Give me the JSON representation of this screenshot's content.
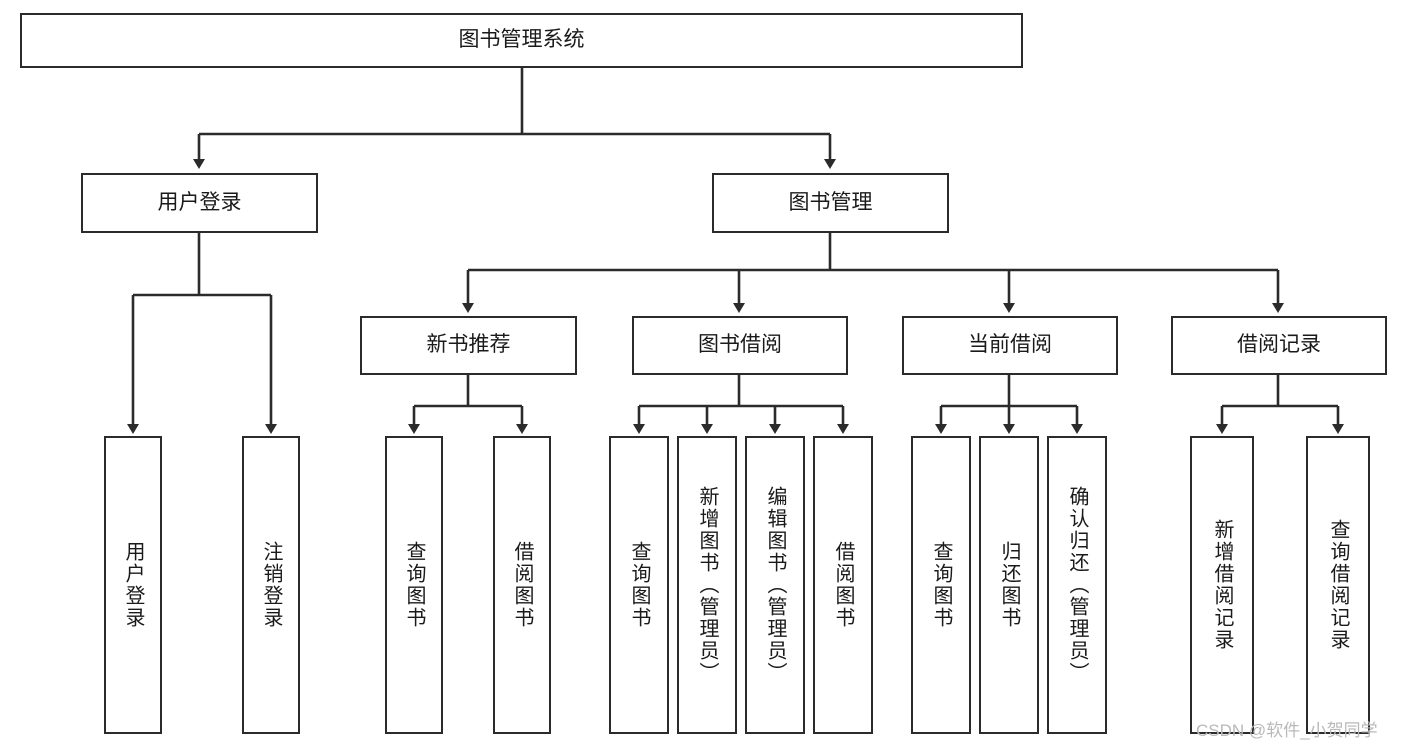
{
  "diagram": {
    "title": "图书管理系统",
    "type": "tree-hierarchy",
    "watermark": "CSDN @软件_小贺同学",
    "colors": {
      "stroke": "#2b2b2b",
      "box_fill": "#ffffff",
      "text": "#1a1a1a",
      "background": "#ffffff",
      "watermark": "#b9b9b9"
    }
  },
  "nodes": {
    "root": {
      "label": "图书管理系统"
    },
    "level1": [
      {
        "label": "用户登录"
      },
      {
        "label": "图书管理"
      }
    ],
    "level2": [
      {
        "label": "新书推荐"
      },
      {
        "label": "图书借阅"
      },
      {
        "label": "当前借阅"
      },
      {
        "label": "借阅记录"
      }
    ],
    "leaves": {
      "user_login": [
        {
          "label": "用户登录"
        },
        {
          "label": "注销登录"
        }
      ],
      "new_book_recommend": [
        {
          "label": "查询图书"
        },
        {
          "label": "借阅图书"
        }
      ],
      "book_borrow": [
        {
          "label": "查询图书"
        },
        {
          "label": "新增图书（管理员）"
        },
        {
          "label": "编辑图书（管理员）"
        },
        {
          "label": "借阅图书"
        }
      ],
      "current_borrow": [
        {
          "label": "查询图书"
        },
        {
          "label": "归还图书"
        },
        {
          "label": "确认归还（管理员）"
        }
      ],
      "borrow_record": [
        {
          "label": "新增借阅记录"
        },
        {
          "label": "查询借阅记录"
        }
      ]
    }
  }
}
